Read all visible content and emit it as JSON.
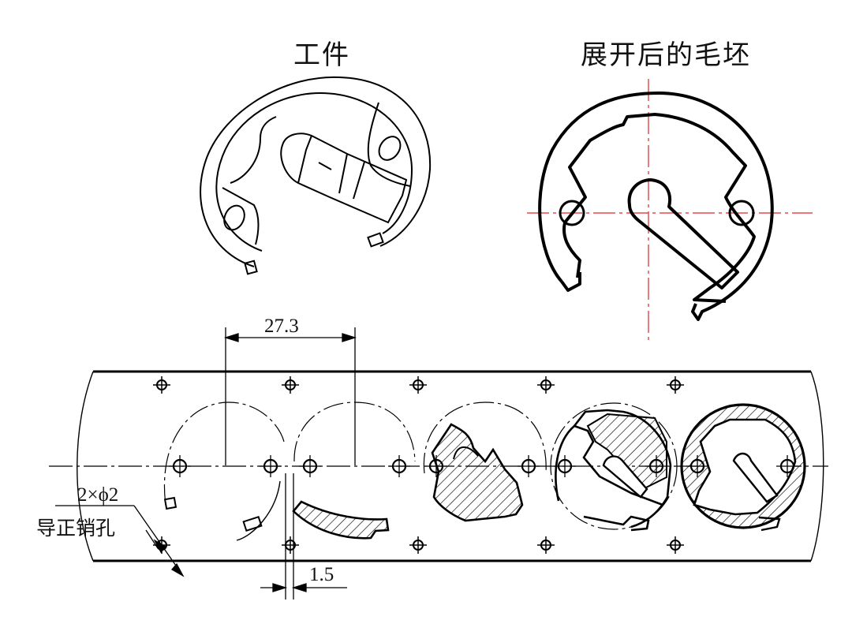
{
  "titles": {
    "workpiece": "工件",
    "blank": "展开后的毛坯"
  },
  "dimensions": {
    "pitch": "27.3",
    "gap": "1.5",
    "pilot_holes": "2×ϕ2"
  },
  "notes": {
    "pilot_hole_label": "导正销孔"
  },
  "colors": {
    "line": "#000000",
    "centerline": "#e0242a"
  }
}
